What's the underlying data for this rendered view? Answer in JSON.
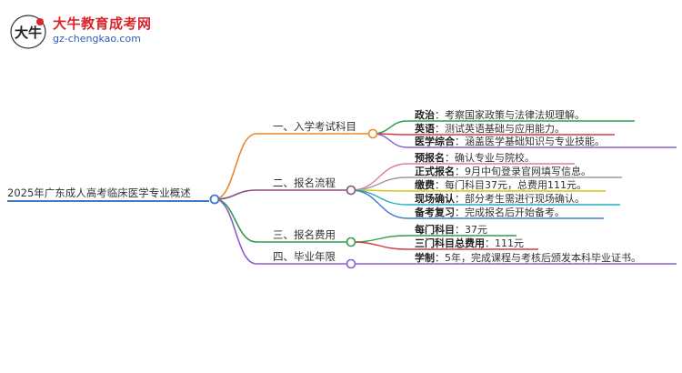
{
  "logo": {
    "title": "大牛教育成考网",
    "url": "gz-chengkao.com",
    "mark_text": "大牛"
  },
  "root": {
    "label": "2025年广东成人高考临床医学专业概述",
    "color": "#3d7cc9"
  },
  "branches": [
    {
      "label": "一、入学考试科目",
      "color": "#e8892b",
      "leaves": [
        {
          "title": "政治",
          "text": "：考察国家政策与法律法规理解。",
          "color": "#2e9e4e"
        },
        {
          "title": "英语",
          "text": "：测试英语基础与应用能力。",
          "color": "#d23f3f"
        },
        {
          "title": "医学综合",
          "text": "：涵盖医学基础知识与专业技能。",
          "color": "#8e5cc9"
        }
      ]
    },
    {
      "label": "二、报名流程",
      "color": "#8a4e7a",
      "leaves": [
        {
          "title": "预报名",
          "text": "：确认专业与院校。",
          "color": "#e07ab0"
        },
        {
          "title": "正式报名",
          "text": "：9月中旬登录官网填写信息。",
          "color": "#9b9b9b"
        },
        {
          "title": "缴费",
          "text": "：每门科目37元，总费用111元。",
          "color": "#d8c21a"
        },
        {
          "title": "现场确认",
          "text": "：部分考生需进行现场确认。",
          "color": "#1fb0c8"
        },
        {
          "title": "备考复习",
          "text": "：完成报名后开始备考。",
          "color": "#3d7cc9"
        }
      ]
    },
    {
      "label": "三、报名费用",
      "color": "#2e9e4e",
      "leaves": [
        {
          "title": "每门科目",
          "text": "：37元",
          "color": "#2e9e4e"
        },
        {
          "title": "三门科目总费用",
          "text": "：111元",
          "color": "#d23f3f"
        }
      ]
    },
    {
      "label": "四、毕业年限",
      "color": "#8e5cc9",
      "leaves": [
        {
          "title": "学制",
          "text": "：5年，完成课程与考核后颁发本科毕业证书。",
          "color": "#8e5cc9"
        }
      ]
    }
  ]
}
